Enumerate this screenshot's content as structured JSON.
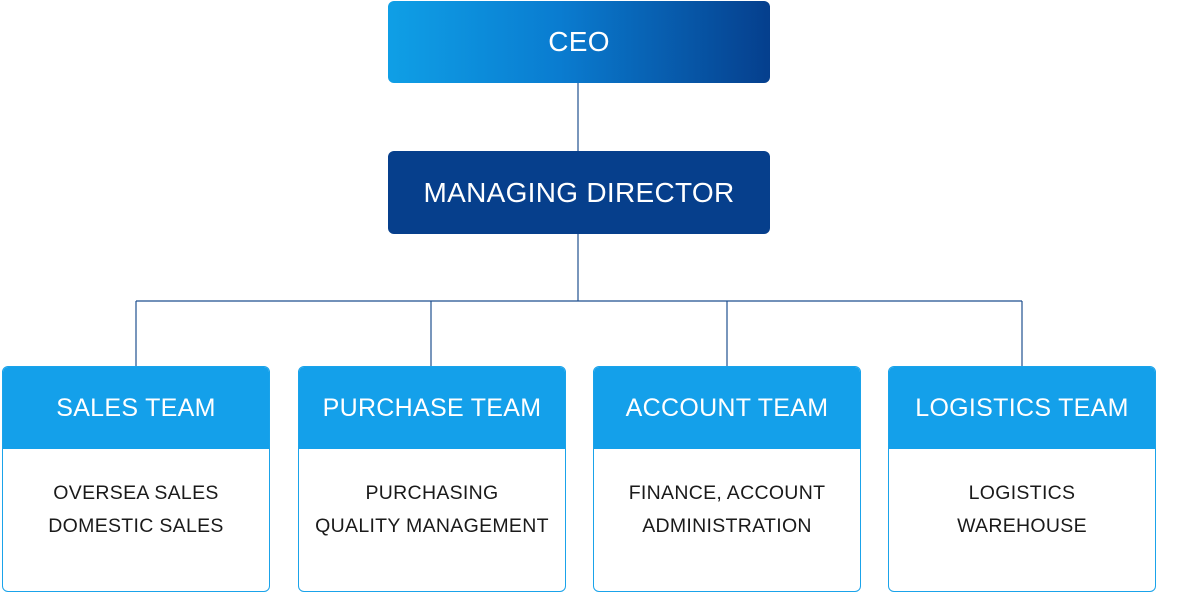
{
  "ceo": {
    "label": "CEO"
  },
  "managing_director": {
    "label": "MANAGING DIRECTOR"
  },
  "teams": [
    {
      "title": "SALES TEAM",
      "lines": [
        "OVERSEA SALES",
        "DOMESTIC SALES"
      ]
    },
    {
      "title": "PURCHASE TEAM",
      "lines": [
        "PURCHASING",
        "QUALITY MANAGEMENT"
      ]
    },
    {
      "title": "ACCOUNT TEAM",
      "lines": [
        "FINANCE, ACCOUNT",
        "ADMINISTRATION"
      ]
    },
    {
      "title": "LOGISTICS TEAM",
      "lines": [
        "LOGISTICS",
        "WAREHOUSE"
      ]
    }
  ],
  "colors": {
    "ceo_gradient_start": "#0f9fe6",
    "ceo_gradient_end": "#053f8d",
    "director_fill": "#063f8c",
    "team_header_fill": "#14a0ea",
    "team_border": "#1aa3ea",
    "connector_line": "#1f4f8f"
  }
}
